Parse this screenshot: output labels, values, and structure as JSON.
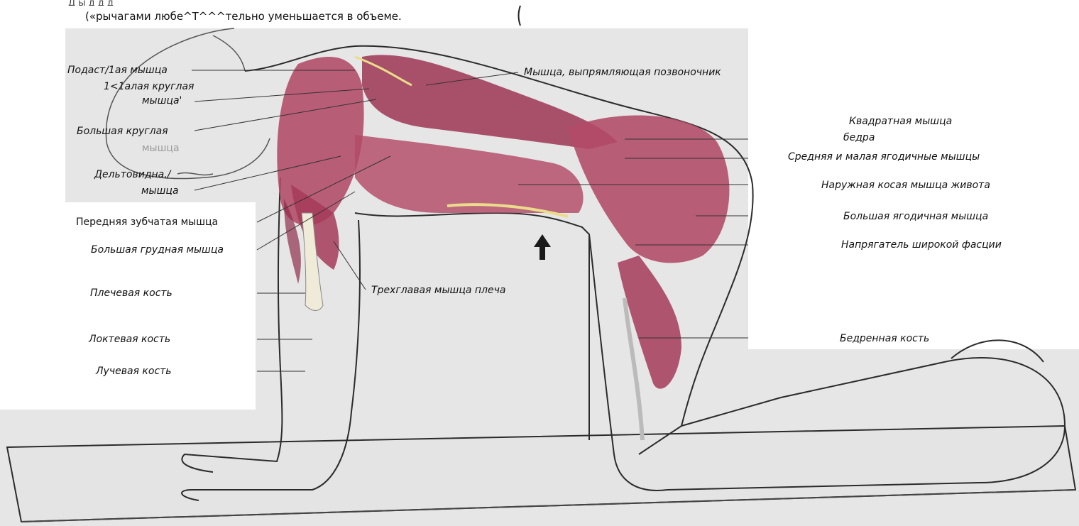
{
  "header": {
    "cut_line": "Д  ы     д   д  д                                      ",
    "line": "(«рычагами любе^Т^^^тельно уменьшается в объеме."
  },
  "labels": {
    "infraspinatus": "Подаст/1ая мышца",
    "teres_minor_1": "1<1алая круглая",
    "teres_minor_2": "мышца'",
    "teres_major_1": "Большая круглая",
    "teres_major_2": "мышца",
    "deltoid_1": "Дельтовидна./",
    "deltoid_2": "мышца",
    "erector": "Мышца,   выпрямляющая  позвоночник",
    "quadratus_1": "Квадратная  мышца",
    "quadratus_2": "бедра",
    "glute_med": "Средняя  и  малая  ягодичные  мышцы",
    "oblique": "Наружная косая мышца живота",
    "glute_max": "Большая  ягодичная  мышца",
    "tensor": "Напрягатель  широкой  фасции",
    "serratus": "Передняя зубчатая мышца",
    "pectoralis": "Большая  грудная  мышца",
    "humerus": "Плечевая  кость",
    "triceps": "Трехглавая мышца плеча",
    "ulna": "Локтевая  кость",
    "radius": "Лучевая  кость",
    "femur": "Бедренная  кость"
  },
  "colors": {
    "muscle": "#b24a66",
    "muscle_dark": "#8e2e4a",
    "fascia": "#e9dd8c",
    "background_gray": "#e8e8e8",
    "outline": "#2b2b2b"
  }
}
